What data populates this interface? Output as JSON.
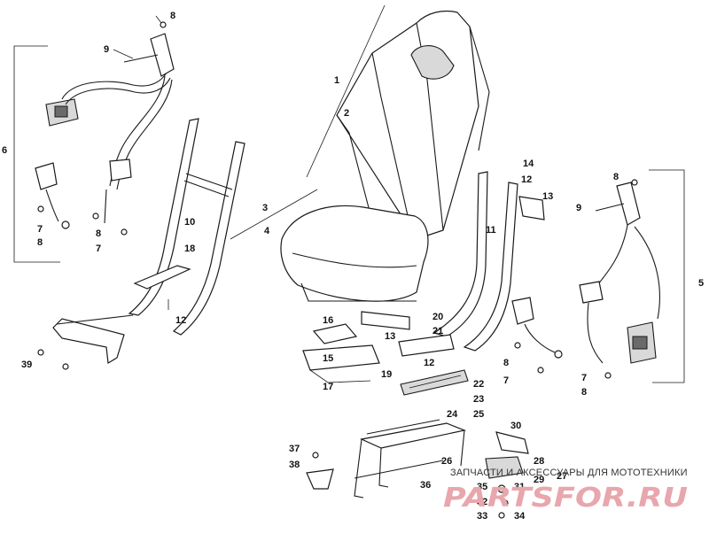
{
  "callouts": [
    {
      "id": "c1",
      "text": "1"
    },
    {
      "id": "c2",
      "text": "2"
    },
    {
      "id": "c3",
      "text": "3"
    },
    {
      "id": "c4",
      "text": "4"
    },
    {
      "id": "c5",
      "text": "5"
    },
    {
      "id": "c6",
      "text": "6"
    },
    {
      "id": "c7a",
      "text": "7"
    },
    {
      "id": "c7b",
      "text": "7"
    },
    {
      "id": "c7c",
      "text": "7"
    },
    {
      "id": "c7d",
      "text": "7"
    },
    {
      "id": "c8a",
      "text": "8"
    },
    {
      "id": "c8b",
      "text": "8"
    },
    {
      "id": "c8c",
      "text": "8"
    },
    {
      "id": "c8d",
      "text": "8"
    },
    {
      "id": "c8e",
      "text": "8"
    },
    {
      "id": "c8f",
      "text": "8"
    },
    {
      "id": "c9a",
      "text": "9"
    },
    {
      "id": "c9b",
      "text": "9"
    },
    {
      "id": "c10",
      "text": "10"
    },
    {
      "id": "c11",
      "text": "11"
    },
    {
      "id": "c12a",
      "text": "12"
    },
    {
      "id": "c12b",
      "text": "12"
    },
    {
      "id": "c12c",
      "text": "12"
    },
    {
      "id": "c13a",
      "text": "13"
    },
    {
      "id": "c13b",
      "text": "13"
    },
    {
      "id": "c14",
      "text": "14"
    },
    {
      "id": "c15",
      "text": "15"
    },
    {
      "id": "c16",
      "text": "16"
    },
    {
      "id": "c17",
      "text": "17"
    },
    {
      "id": "c18",
      "text": "18"
    },
    {
      "id": "c19",
      "text": "19"
    },
    {
      "id": "c20",
      "text": "20"
    },
    {
      "id": "c21",
      "text": "21"
    },
    {
      "id": "c22",
      "text": "22"
    },
    {
      "id": "c23",
      "text": "23"
    },
    {
      "id": "c24",
      "text": "24"
    },
    {
      "id": "c25",
      "text": "25"
    },
    {
      "id": "c26",
      "text": "26"
    },
    {
      "id": "c27",
      "text": "27"
    },
    {
      "id": "c28",
      "text": "28"
    },
    {
      "id": "c29",
      "text": "29"
    },
    {
      "id": "c30",
      "text": "30"
    },
    {
      "id": "c31",
      "text": "31"
    },
    {
      "id": "c32",
      "text": "32"
    },
    {
      "id": "c33",
      "text": "33"
    },
    {
      "id": "c34",
      "text": "34"
    },
    {
      "id": "c35",
      "text": "35"
    },
    {
      "id": "c36",
      "text": "36"
    },
    {
      "id": "c37",
      "text": "37"
    },
    {
      "id": "c38",
      "text": "38"
    },
    {
      "id": "c39",
      "text": "39"
    }
  ],
  "watermark": {
    "tagline": "ЗАПЧАСТИ И АКСЕССУАРЫ ДЛЯ МОТОТЕХНИКИ",
    "logo": "PARTSFOR.RU"
  },
  "colors": {
    "line": "#1a1a1a",
    "watermark_logo": "#e8a6ad"
  }
}
